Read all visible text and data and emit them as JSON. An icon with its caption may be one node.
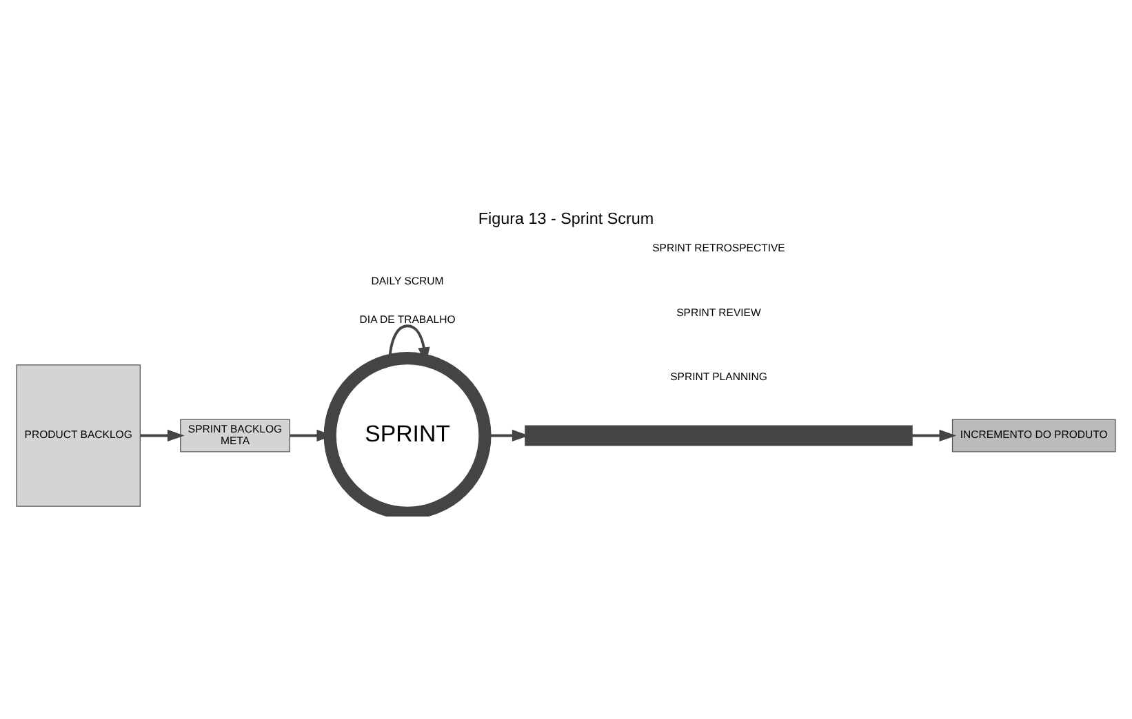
{
  "diagram": {
    "title": "Figura 13 - Sprint Scrum",
    "nodes": [
      {
        "text": [
          "PRODUCT BACKLOG"
        ]
      },
      {
        "text": [
          "SPRINT BACKLOG",
          "META"
        ]
      },
      {
        "text": [
          "SPRINT"
        ]
      },
      {
        "text": [],
        "shape": "bar"
      },
      {
        "text": [
          "INCREMENTO DO PRODUTO"
        ]
      }
    ],
    "edges": [
      {
        "from": 0,
        "to": 1,
        "arrow": "to"
      },
      {
        "from": 1,
        "to": 2,
        "arrow": "to"
      },
      {
        "from": 2,
        "to": 2,
        "arrow": "to",
        "label": "DIA DE TRABALHO"
      },
      {
        "from": 2,
        "to": 3,
        "arrow": "to"
      },
      {
        "from": 3,
        "to": 4,
        "arrow": "to"
      }
    ],
    "labels": [
      "DAILY SCRUM",
      "SPRINT PLANNING",
      "SPRINT REVIEW",
      "SPRINT RETROSPECTIVE"
    ]
  }
}
